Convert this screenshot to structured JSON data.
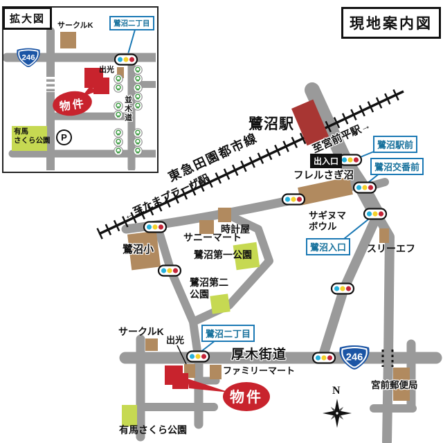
{
  "title": "現地案内図",
  "inset": {
    "title": "拡大図",
    "circle_k": "サークルK",
    "chome": "鷺沼二丁目",
    "route": "246",
    "idemitsu": "出光",
    "property": "物件",
    "namiki": "並木道",
    "arima1": "有馬",
    "arima2": "さくら公園",
    "parking": "P"
  },
  "map": {
    "station": "鷺沼駅",
    "to_miyamaedaira": "至宮前平駅→",
    "denentoshi_line": "東急田園都市線",
    "to_tama_plaza": "←至たまプラーザ駅",
    "exit": "出入口",
    "frel": "フレルさぎ沼",
    "station_front": "鷺沼駅前",
    "koban_front": "鷺沼交番前",
    "bowl1": "サギヌマ",
    "bowl2": "ボウル",
    "clock_shop": "時計屋",
    "sunny_mart": "サニーマート",
    "park1": "鷺沼第一公園",
    "park2a": "鷺沼第二",
    "park2b": "公園",
    "elementary": "鷺沼小",
    "entrance": "鷺沼入口",
    "three_f": "スリーエフ",
    "circle_k": "サークルK",
    "idemitsu": "出光",
    "chome": "鷺沼二丁目",
    "atsugi": "厚木街道",
    "family_mart": "ファミリーマート",
    "property": "物件",
    "route": "246",
    "post_office": "宮前郵便局",
    "arima_park": "有馬さくら公園",
    "north": "N"
  },
  "colors": {
    "road": "#9a9a9a",
    "building": "#b18a5f",
    "park": "#c6d952",
    "property_red": "#c8232d",
    "station_red": "#a83633",
    "callout_blue": "#1a78b4",
    "route_blue": "#1b55a5"
  }
}
